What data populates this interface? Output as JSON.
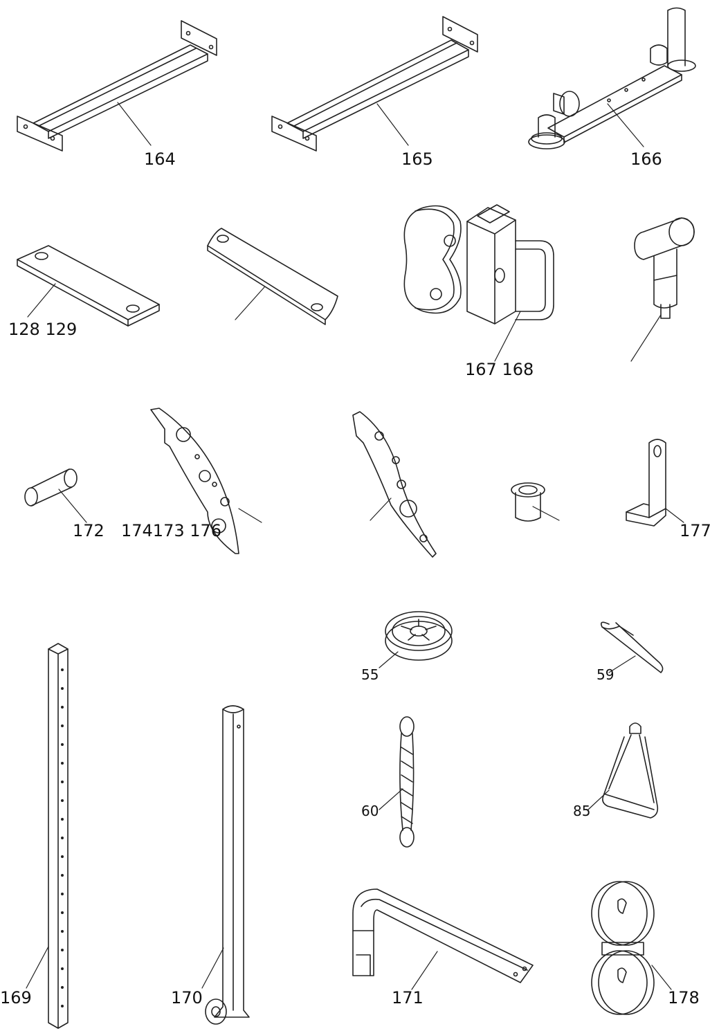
{
  "diagram": {
    "labels": {
      "p164": "164",
      "p165": "165",
      "p166": "166",
      "p128_129": "128  129",
      "p167_168": "167  168",
      "p172": "172",
      "p174_173_176": "174173  176",
      "p177": "177",
      "p55": "55",
      "p59": "59",
      "p60": "60",
      "p85": "85",
      "p169": "169",
      "p170": "170",
      "p171": "171",
      "p178": "178"
    }
  }
}
